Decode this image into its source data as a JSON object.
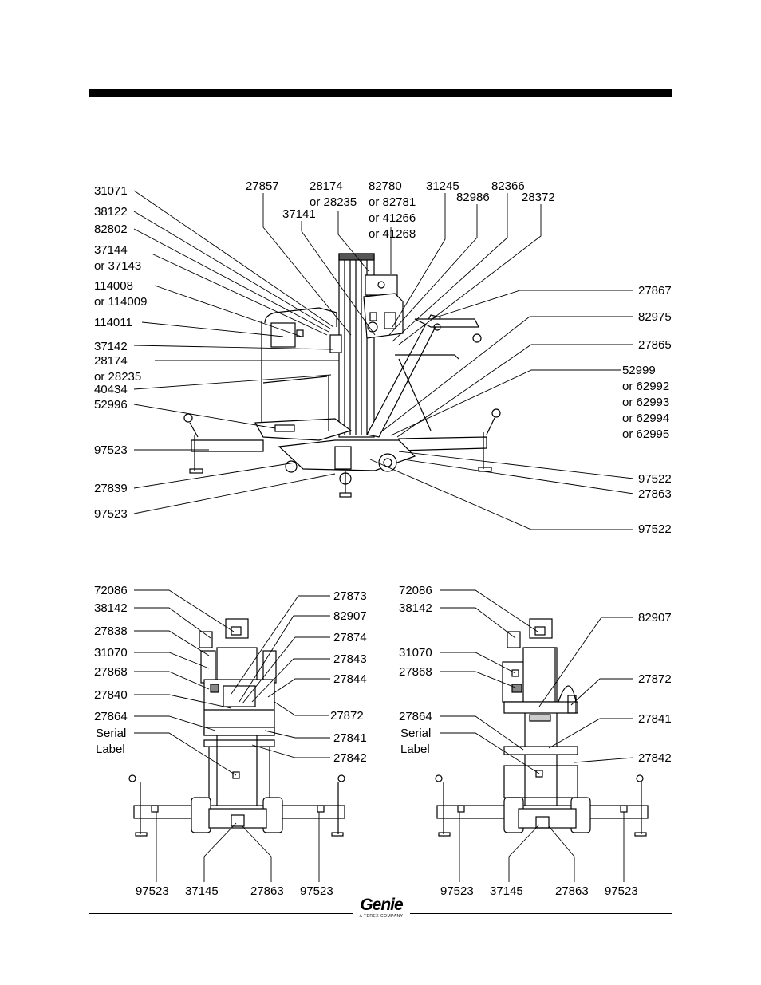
{
  "brand": {
    "name": "Genie",
    "tagline": "A TEREX COMPANY"
  },
  "views": {
    "perspective": {
      "callouts": [
        {
          "t": [
            "31071"
          ]
        },
        {
          "t": [
            "38122"
          ]
        },
        {
          "t": [
            "82802"
          ]
        },
        {
          "t": [
            "37144",
            "or 37143"
          ]
        },
        {
          "t": [
            "114008",
            "or 114009"
          ]
        },
        {
          "t": [
            "114011"
          ]
        },
        {
          "t": [
            "37142"
          ]
        },
        {
          "t": [
            "28174",
            "or 28235"
          ]
        },
        {
          "t": [
            "40434"
          ]
        },
        {
          "t": [
            "52996"
          ]
        },
        {
          "t": [
            "97523"
          ]
        },
        {
          "t": [
            "27839"
          ]
        },
        {
          "t": [
            "97523"
          ]
        },
        {
          "t": [
            "27857"
          ]
        },
        {
          "t": [
            "28174",
            "or 28235"
          ]
        },
        {
          "t": [
            "37141"
          ]
        },
        {
          "t": [
            "82780",
            "or 82781",
            "or 41266",
            "or 41268"
          ]
        },
        {
          "t": [
            "31245"
          ]
        },
        {
          "t": [
            "82986"
          ]
        },
        {
          "t": [
            "82366"
          ]
        },
        {
          "t": [
            "28372"
          ]
        },
        {
          "t": [
            "27867"
          ]
        },
        {
          "t": [
            "82975"
          ]
        },
        {
          "t": [
            "27865"
          ]
        },
        {
          "t": [
            "52999",
            "or 62992",
            "or 62993",
            "or 62994",
            "or 62995"
          ]
        },
        {
          "t": [
            "97522"
          ]
        },
        {
          "t": [
            "27863"
          ]
        },
        {
          "t": [
            "97522"
          ]
        }
      ]
    },
    "rear_left": {
      "callouts": [
        {
          "t": [
            "72086"
          ]
        },
        {
          "t": [
            "38142"
          ]
        },
        {
          "t": [
            "27838"
          ]
        },
        {
          "t": [
            "31070"
          ]
        },
        {
          "t": [
            "27868"
          ]
        },
        {
          "t": [
            "27840"
          ]
        },
        {
          "t": [
            "27864"
          ]
        },
        {
          "t": [
            "Serial",
            "Label"
          ]
        },
        {
          "t": [
            "27873"
          ]
        },
        {
          "t": [
            "82907"
          ]
        },
        {
          "t": [
            "27874"
          ]
        },
        {
          "t": [
            "27843"
          ]
        },
        {
          "t": [
            "27844"
          ]
        },
        {
          "t": [
            "27872"
          ]
        },
        {
          "t": [
            "27841"
          ]
        },
        {
          "t": [
            "27842"
          ]
        },
        {
          "t": [
            "97523"
          ]
        },
        {
          "t": [
            "37145"
          ]
        },
        {
          "t": [
            "27863"
          ]
        },
        {
          "t": [
            "97523"
          ]
        }
      ]
    },
    "rear_right": {
      "callouts": [
        {
          "t": [
            "72086"
          ]
        },
        {
          "t": [
            "38142"
          ]
        },
        {
          "t": [
            "31070"
          ]
        },
        {
          "t": [
            "27868"
          ]
        },
        {
          "t": [
            "27864"
          ]
        },
        {
          "t": [
            "Serial",
            "Label"
          ]
        },
        {
          "t": [
            "82907"
          ]
        },
        {
          "t": [
            "27872"
          ]
        },
        {
          "t": [
            "27841"
          ]
        },
        {
          "t": [
            "27842"
          ]
        },
        {
          "t": [
            "97523"
          ]
        },
        {
          "t": [
            "37145"
          ]
        },
        {
          "t": [
            "27863"
          ]
        },
        {
          "t": [
            "97523"
          ]
        }
      ]
    }
  }
}
